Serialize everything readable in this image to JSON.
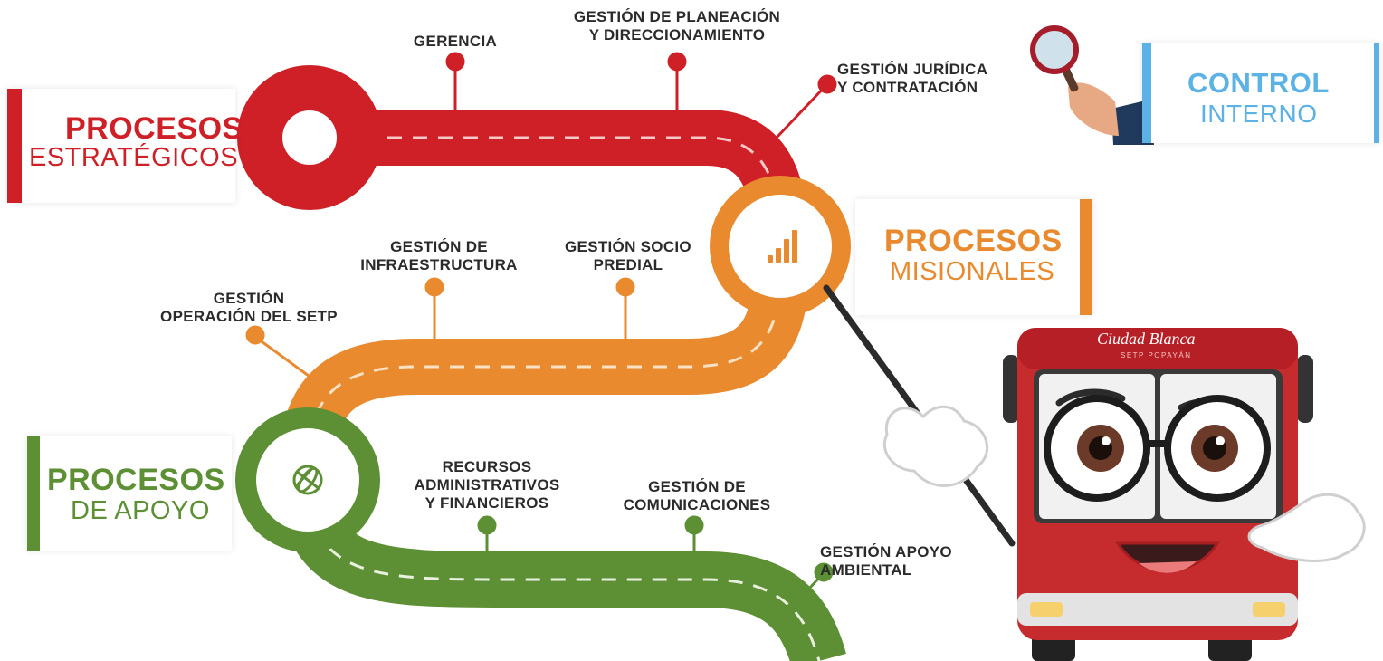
{
  "colors": {
    "strategic": "#cf2027",
    "misional": "#ea8a2e",
    "apoyo": "#5d8f34",
    "control": "#5cb2e4",
    "text": "#2b2b2b"
  },
  "panels": {
    "strategic": {
      "title": "PROCESOS",
      "subtitle": "ESTRATÉGICOS"
    },
    "misional": {
      "title": "PROCESOS",
      "subtitle": "MISIONALES"
    },
    "apoyo": {
      "title": "PROCESOS",
      "subtitle": "DE APOYO"
    },
    "control": {
      "title": "CONTROL",
      "subtitle": "INTERNO"
    }
  },
  "strategic_processes": [
    {
      "label": "GERENCIA"
    },
    {
      "label": "GESTIÓN DE PLANEACIÓN\nY DIRECCIONAMIENTO"
    },
    {
      "label": "GESTIÓN JURÍDICA\nY CONTRATACIÓN"
    }
  ],
  "misional_processes": [
    {
      "label": "GESTIÓN\nOPERACIÓN DEL SETP"
    },
    {
      "label": "GESTIÓN DE\nINFRAESTRUCTURA"
    },
    {
      "label": "GESTIÓN SOCIO\nPREDIAL"
    }
  ],
  "apoyo_processes": [
    {
      "label": "RECURSOS\nADMINISTRATIVOS\nY FINANCIEROS"
    },
    {
      "label": "GESTIÓN DE\nCOMUNICACIONES"
    },
    {
      "label": "GESTIÓN APOYO\nAMBIENTAL"
    }
  ],
  "bus": {
    "brand": "Ciudad Blanca",
    "subtitle": "SETP POPAYÁN"
  },
  "icons": {
    "strategic": "target-icon",
    "misional": "bar-chart-icon",
    "apoyo": "globe-icon",
    "control": "magnifier-icon"
  }
}
